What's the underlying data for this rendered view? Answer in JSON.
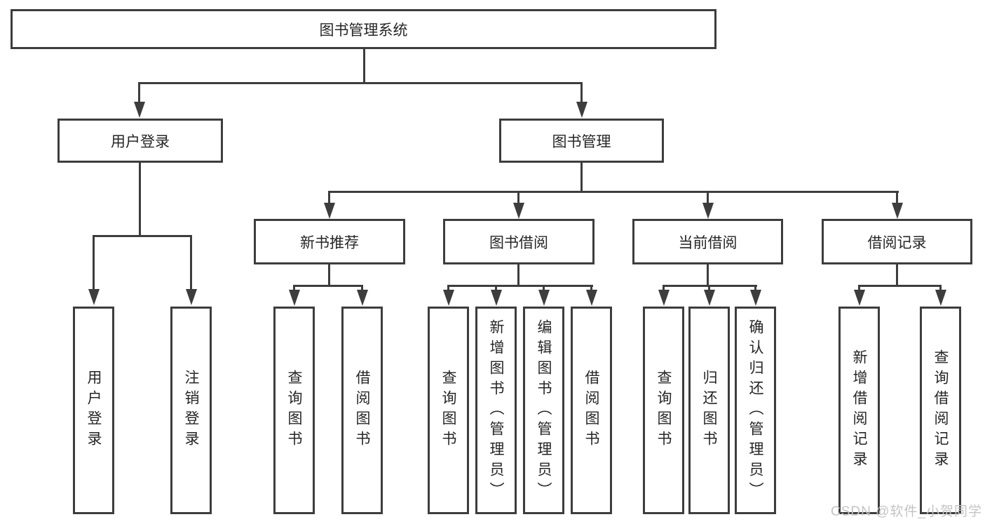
{
  "colors": {
    "line": "#3d3d3d",
    "text": "#262626",
    "watermark": "#c4c4c4",
    "background": "#ffffff"
  },
  "watermark": {
    "text": "CSDN @软件_小贺同学"
  },
  "tree": {
    "root": {
      "label": "图书管理系统"
    },
    "children": [
      {
        "label": "用户登录",
        "children": [
          {
            "label": "用户登录"
          },
          {
            "label": "注销登录"
          }
        ]
      },
      {
        "label": "图书管理",
        "children": [
          {
            "label": "新书推荐",
            "children": [
              {
                "label": "查询图书"
              },
              {
                "label": "借阅图书"
              }
            ]
          },
          {
            "label": "图书借阅",
            "children": [
              {
                "label": "查询图书"
              },
              {
                "label": "新增图书（管理员）"
              },
              {
                "label": "编辑图书（管理员）"
              },
              {
                "label": "借阅图书"
              }
            ]
          },
          {
            "label": "当前借阅",
            "children": [
              {
                "label": "查询图书"
              },
              {
                "label": "归还图书"
              },
              {
                "label": "确认归还（管理员）"
              }
            ]
          },
          {
            "label": "借阅记录",
            "children": [
              {
                "label": "新增借阅记录"
              },
              {
                "label": "查询借阅记录"
              }
            ]
          }
        ]
      }
    ]
  }
}
